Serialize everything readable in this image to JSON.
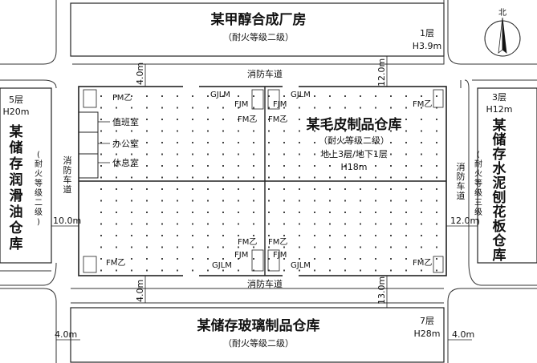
{
  "north_label": "北",
  "buildings": {
    "top": {
      "name": "某甲醇合成厂房",
      "fire": "（耐火等级二级）",
      "floors": "1层",
      "height": "H3.9m"
    },
    "bottom": {
      "name": "某储存玻璃制品仓库",
      "fire": "（耐火等级二级）",
      "floors": "7层",
      "height": "H28m"
    },
    "left": {
      "floors": "5层",
      "height": "H20m",
      "name_chars": [
        "某",
        "储",
        "存",
        "润",
        "滑",
        "油",
        "仓",
        "库"
      ],
      "fire_chars": [
        "(",
        "耐",
        "火",
        "等",
        "级",
        "二",
        "级",
        ")"
      ]
    },
    "right": {
      "floors": "3层",
      "height": "H12m",
      "name_chars": [
        "某",
        "储",
        "存",
        "水",
        "泥",
        "刨",
        "花",
        "板",
        "仓",
        "库"
      ],
      "fire_chars": [
        "(",
        "耐",
        "火",
        "等",
        "级",
        "三",
        "级",
        ")"
      ]
    }
  },
  "main": {
    "name": "某毛皮制品仓库",
    "fire": "（耐火等级二级）",
    "floors": "地上3层/地下1层",
    "height": "H18m"
  },
  "roads": {
    "top": "消防车道",
    "bottom": "消防车道",
    "left_chars": [
      "消",
      "防",
      "车",
      "道"
    ],
    "right_chars": [
      "消",
      "防",
      "车",
      "道"
    ]
  },
  "rooms": {
    "duty": "值班室",
    "office": "办公室",
    "rest": "休息室"
  },
  "doors": {
    "fm": "FM乙",
    "fjm": "FJM",
    "gjlm": "GJLM"
  },
  "dimensions": {
    "top_left": "4.0m",
    "top_right": "12.0m",
    "bottom_left": "4.0m",
    "bottom_right": "13.0m",
    "left": "10.0m",
    "right": "12.0m",
    "corner_left": "4.0m",
    "corner_right": "4.0m"
  }
}
